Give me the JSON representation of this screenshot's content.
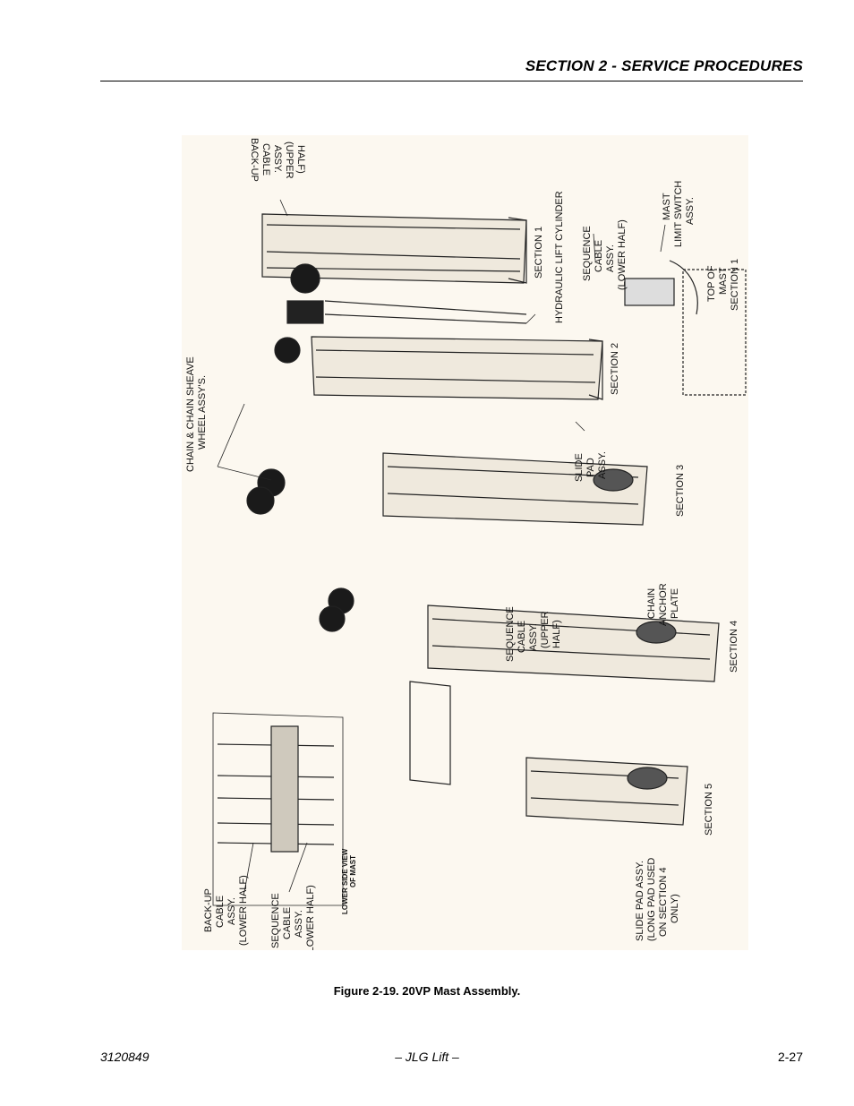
{
  "header": {
    "section_title": "SECTION 2 - SERVICE PROCEDURES"
  },
  "figure": {
    "caption": "Figure 2-19.  20VP Mast Assembly.",
    "labels": {
      "backup_upper": [
        "BACK-UP",
        "CABLE",
        "ASSY.",
        "(UPPER",
        "HALF)"
      ],
      "chain_sheave": [
        "CHAIN & CHAIN SHEAVE",
        "WHEEL ASSY'S."
      ],
      "section1": "SECTION 1",
      "hydraulic": "HYDRAULIC LIFT CYLINDER",
      "seq_lower_top": [
        "SEQUENCE",
        "CABLE",
        "ASSY.",
        "(LOWER HALF)"
      ],
      "mast_limit": [
        "MAST",
        "LIMIT SWITCH",
        "ASSY."
      ],
      "top_of_mast": [
        "TOP OF",
        "MAST",
        "SECTION 1"
      ],
      "section2": "SECTION 2",
      "slide_pad": [
        "SLIDE",
        "PAD",
        "ASSY."
      ],
      "section3": "SECTION 3",
      "seq_upper": [
        "SEQUENCE",
        "CABLE",
        "ASSY.",
        "(UPPER",
        "HALF)"
      ],
      "chain_anchor": [
        "CHAIN",
        "ANCHOR",
        "PLATE"
      ],
      "section4": "SECTION 4",
      "lower_side_view": [
        "LOWER SIDE VIEW",
        "OF MAST"
      ],
      "section5": "SECTION 5",
      "slide_pad_long": [
        "SLIDE PAD ASSY.",
        "(LONG PAD USED",
        "ON SECTION 4",
        "ONLY)"
      ],
      "backup_lower": [
        "BACK-UP",
        "CABLE",
        "ASSY.",
        "(LOWER HALF)"
      ],
      "seq_lower_bottom": [
        "SEQUENCE",
        "CABLE",
        "ASSY.",
        "(LOWER HALF)"
      ]
    }
  },
  "footer": {
    "doc_number": "3120849",
    "center": "– JLG Lift –",
    "page": "2-27"
  }
}
